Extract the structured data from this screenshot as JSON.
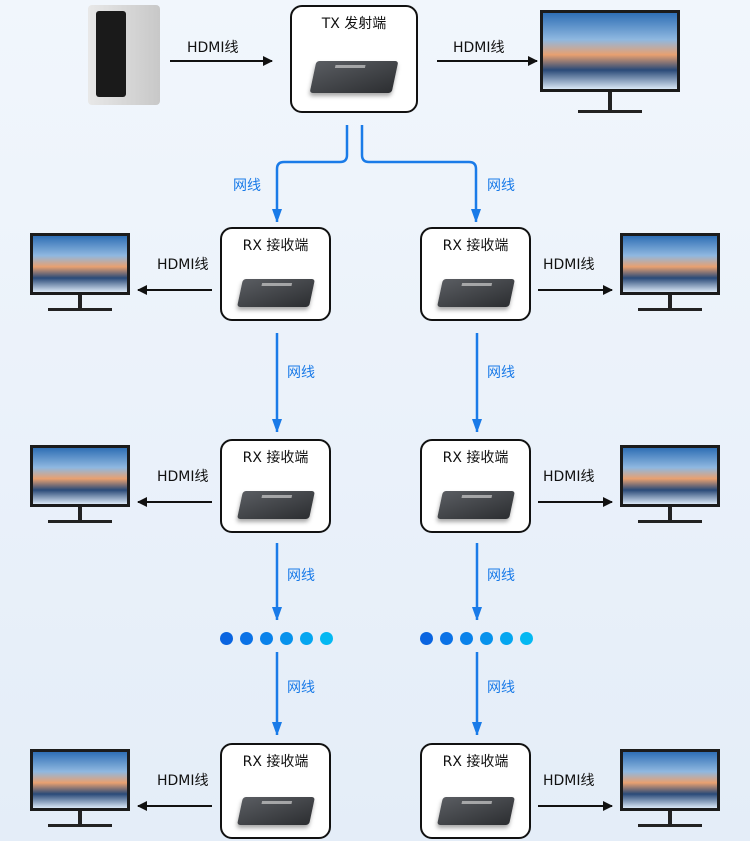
{
  "tx": {
    "title": "TX 发射端"
  },
  "rx_title": "RX 接收端",
  "hdmi_label": "HDMI线",
  "net_label": "网线",
  "colors": {
    "net": "#1a7be8",
    "dots": [
      "#0a64e0",
      "#0b72e6",
      "#0a82ea",
      "#0892ec",
      "#05a6f0",
      "#04b8f2"
    ]
  },
  "icons": {
    "source": "desktop-pc-icon",
    "display": "monitor-icon",
    "device": "hdmi-extender-icon"
  }
}
